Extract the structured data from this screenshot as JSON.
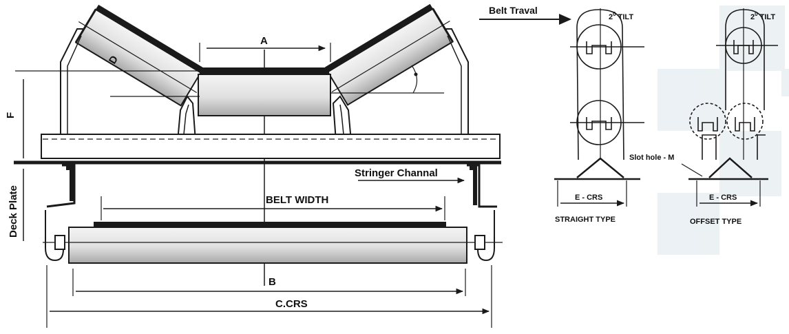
{
  "colors": {
    "ink": "#1a1a1a",
    "roller_top": "#f2f2f2",
    "roller_bottom": "#bdbdbd",
    "panel_tint": "#dde6ec",
    "paper": "#ffffff"
  },
  "labels": {
    "dim_a": "A",
    "dim_d": "D",
    "dim_f": "F",
    "dim_b": "B",
    "deck_plate": "Deck Plate",
    "stringer_channal": "Stringer Channal",
    "belt_width": "BELT WIDTH",
    "c_crs": "C.CRS",
    "belt_traval": "Belt Traval",
    "tilt_1_base": "2",
    "tilt_1_sup": "0",
    "tilt_1_text": " TILT",
    "tilt_2_base": "2",
    "tilt_2_sup": "0",
    "tilt_2_text": " TILT",
    "e_crs_1": "E - CRS",
    "e_crs_2": "E - CRS",
    "straight_type": "STRAIGHT TYPE",
    "offset_type": "OFFSET TYPE",
    "slot_hole": "Slot hole - M"
  },
  "icons": {
    "travel_arrow": "arrow-right-icon",
    "angle_marker": "dot-icon"
  }
}
